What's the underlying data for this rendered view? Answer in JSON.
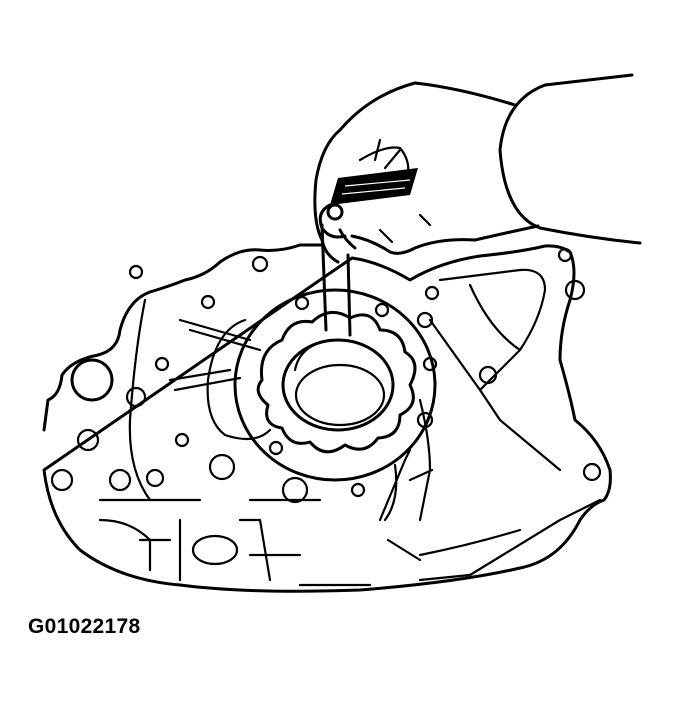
{
  "figure": {
    "description": "Technical line drawing: hand holding a feeler gauge inserted between oil pump drive rotor and body on engine timing cover / oil pump housing",
    "subjects": [
      "hand",
      "feeler-gauge",
      "oil-pump-body",
      "drive-rotor",
      "driven-rotor",
      "housing-bolt-holes"
    ],
    "line_color": "#000000",
    "background_color": "#ffffff"
  },
  "caption": {
    "figure_code": "G01022178"
  }
}
